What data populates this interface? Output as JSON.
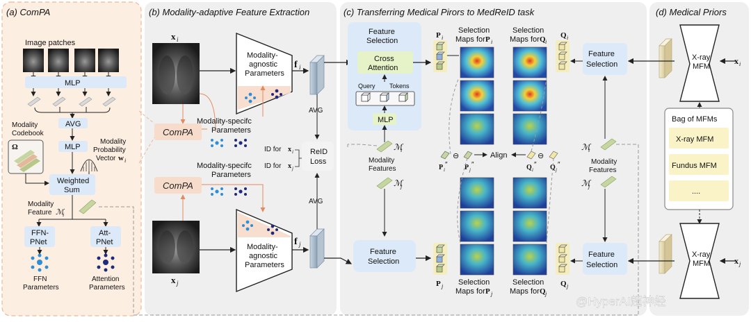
{
  "panels": {
    "a": {
      "title": "(a) ComPA"
    },
    "b": {
      "title": "(b) Modality-adaptive Feature Extraction"
    },
    "c": {
      "title": "(c) Transferring Medical Pirors to MedReID task"
    },
    "d": {
      "title": "(d) Medical Priors"
    }
  },
  "a": {
    "image_patches": "Image patches",
    "mlp_top": "MLP",
    "avg": "AVG",
    "mlp_mid": "MLP",
    "codebook_l1": "Modality",
    "codebook_l2": "Codebook",
    "codebook_symbol": "Ω",
    "prob_l1": "Modality",
    "prob_l2": "Probability",
    "prob_l3": "Vector",
    "prob_sym": "w",
    "prob_sub": "i",
    "weighted_l1": "Weighted",
    "weighted_l2": "Sum",
    "feature_l1": "Modality",
    "feature_l2": "Feature",
    "feature_sym": "ℳ",
    "feature_sub": "i",
    "ffn_l1": "FFN-",
    "ffn_l2": "PNet",
    "att_l1": "Att-",
    "att_l2": "PNet",
    "ffn_params_l1": "FFN",
    "ffn_params_l2": "Parameters",
    "att_params_l1": "Attention",
    "att_params_l2": "Parameters"
  },
  "b": {
    "x_sym": "x",
    "x_i_sub": "i",
    "x_j_sub": "j",
    "agnostic_l1": "Modality-",
    "agnostic_l2": "agnostic",
    "agnostic_l3": "Parameters",
    "specific": "Modality-specifc",
    "params": "Parameters",
    "compa": "ComPA",
    "f_sym": "f",
    "f_i_sub": "i",
    "f_j_sub": "j",
    "avg": "AVG",
    "id_for": "ID for",
    "reid_l1": "ReID",
    "reid_l2": "Loss"
  },
  "c": {
    "feat_sel_l1": "Feature",
    "feat_sel_l2": "Selection",
    "cross_l1": "Cross",
    "cross_l2": "Attention",
    "query": "Query",
    "tokens": "Tokens",
    "mlp": "MLP",
    "mod_feat_l1": "Modality",
    "mod_feat_l2": "Features",
    "sel_maps_l1": "Selection",
    "sel_maps_l2": "Maps for",
    "P": "P",
    "Q": "Q",
    "M": "ℳ",
    "sub_i": "i",
    "sub_j": "j",
    "align": "Align",
    "ominus": "⊖",
    "prime2": "″"
  },
  "d": {
    "xray_l1": "X-ray",
    "xray_l2": "MFM",
    "feat_sel_l1": "Feature",
    "feat_sel_l2": "Selection",
    "mod_feat_l1": "Modality",
    "mod_feat_l2": "Features",
    "bag_title": "Bag of MFMs",
    "bag_items": [
      "X-ray MFM",
      "Fundus MFM",
      "...."
    ]
  },
  "watermark": "@HyperAI超神经",
  "colors": {
    "panel_a_bg": "#fdeee2",
    "panel_gray_bg": "#efefef",
    "blue_box": "#dbe9f8",
    "green_box": "#e6f3c9",
    "orange_box": "#f8dccb",
    "bag_box": "#fbf3c8"
  }
}
